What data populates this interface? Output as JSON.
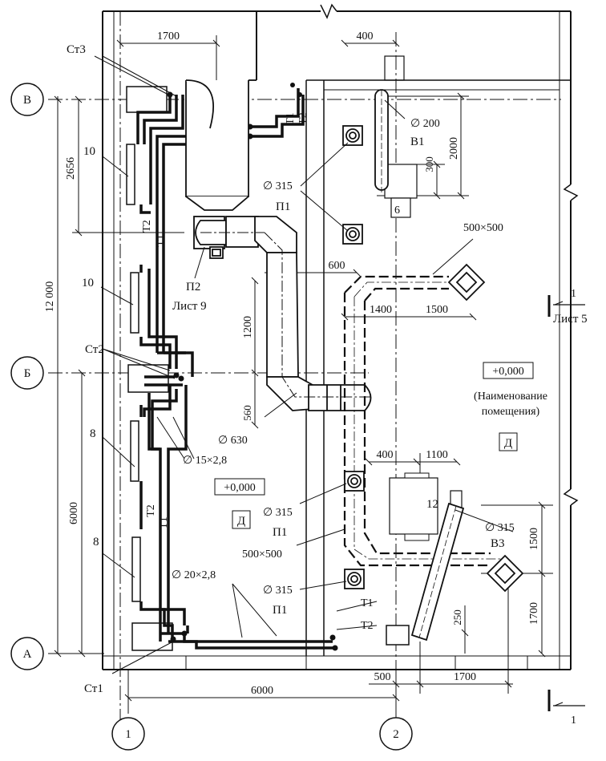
{
  "axes": {
    "rows": {
      "v": "В",
      "b": "Б",
      "a": "А"
    },
    "cols": {
      "c1": "1",
      "c2": "2"
    }
  },
  "dims": {
    "d1700_top": "1700",
    "d400_top": "400",
    "d2656": "2656",
    "d12000": "12 000",
    "d6000_left": "6000",
    "d200": "∅ 200",
    "d2000": "2000",
    "d300": "300",
    "d500x500_top": "500×500",
    "d600": "600",
    "d1200": "1200",
    "d1400": "1400",
    "d1500_mid": "1500",
    "d560": "560",
    "d400_mid": "400",
    "d1100": "1100",
    "d315_v3": "∅ 315",
    "d1500_right": "1500",
    "d1700_right": "1700",
    "d250": "250",
    "d6000_bottom": "6000",
    "d500_bottom": "500",
    "d1700_bottom": "1700"
  },
  "labels": {
    "st3": "Ст3",
    "st2": "Ст2",
    "st1": "Ст1",
    "t1": "Т1",
    "t2": "Т2",
    "b1": "В1",
    "b3": "В3",
    "p1_top": "П1",
    "p1_mid": "П1",
    "p1_bot": "П1",
    "d315_top": "∅ 315",
    "d315_mid": "∅ 315",
    "d315_bot": "∅ 315",
    "p2": "П2",
    "list9": "Лист 9",
    "list5": "Лист 5",
    "sec1_top": "1",
    "sec1_bot": "1",
    "n10_top": "10",
    "n10_mid": "10",
    "n8_mid": "8",
    "n8_bot": "8",
    "n6": "6",
    "n12": "12",
    "d630": "∅ 630",
    "d15x28": "∅ 15×2,8",
    "d20x28": "∅ 20×2,8",
    "d500x500_mid": "500×500",
    "level_right": "+0,000",
    "level_left": "+0,000",
    "room_name_1": "(Наименование",
    "room_name_2": "помещения)",
    "d_right": "Д",
    "d_left": "Д"
  }
}
